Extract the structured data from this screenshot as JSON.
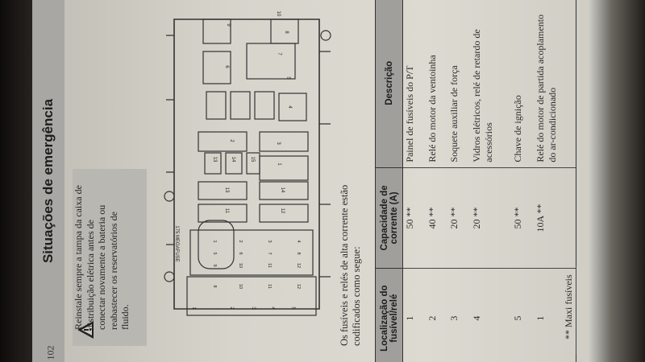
{
  "section_title": "Situações de emergência",
  "page_number": "102",
  "warning": {
    "icon": "warning-triangle-icon",
    "text": "Reinstale sempre a tampa da caixa de distribuição elétrica antes de conectar novamente a bateria ou reabastecer os reservatórios de fluido."
  },
  "intro": "Os fusíveis e relés de alta corrente estão codificados como segue:",
  "diagram": {
    "megafuse_label": "175 MEGAFUSE",
    "mini_fuses": [
      "1",
      "2",
      "3",
      "4",
      "5",
      "6",
      "7",
      "8",
      "9",
      "10",
      "11",
      "12"
    ],
    "bottom_relays": [
      "1",
      "2",
      "3",
      "4",
      "5"
    ],
    "bottom_relay_small": [
      "8",
      "10",
      "11",
      "12"
    ],
    "mid_fuses": [
      "11",
      "12",
      "13",
      "14"
    ],
    "small_fuses": [
      "13",
      "14",
      "15"
    ],
    "relays": [
      "1",
      "2",
      "3",
      "4",
      "5",
      "6",
      "7",
      "8",
      "9",
      "10"
    ]
  },
  "table": {
    "headers": [
      "Localização do fusível/relé",
      "Capacidade de corrente (A)",
      "Descrição"
    ],
    "rows": [
      {
        "loc": "1",
        "cap": "50 **",
        "desc": "Painel de fusíveis do P/T"
      },
      {
        "loc": "2",
        "cap": "40 **",
        "desc": "Relé do motor da ventoinha"
      },
      {
        "loc": "3",
        "cap": "20 **",
        "desc": "Soquete auxiliar de força"
      },
      {
        "loc": "4",
        "cap": "20 **",
        "desc": "Vidros elétricos, relé de retardo de acessórios"
      },
      {
        "loc": "5",
        "cap": "50 **",
        "desc": "Chave de ignição"
      },
      {
        "loc": "1",
        "cap": "10A **",
        "desc": "Relé do motor de partida acoplamento do ar-condicionado"
      }
    ]
  },
  "footnote": "** Maxi fusíveis"
}
